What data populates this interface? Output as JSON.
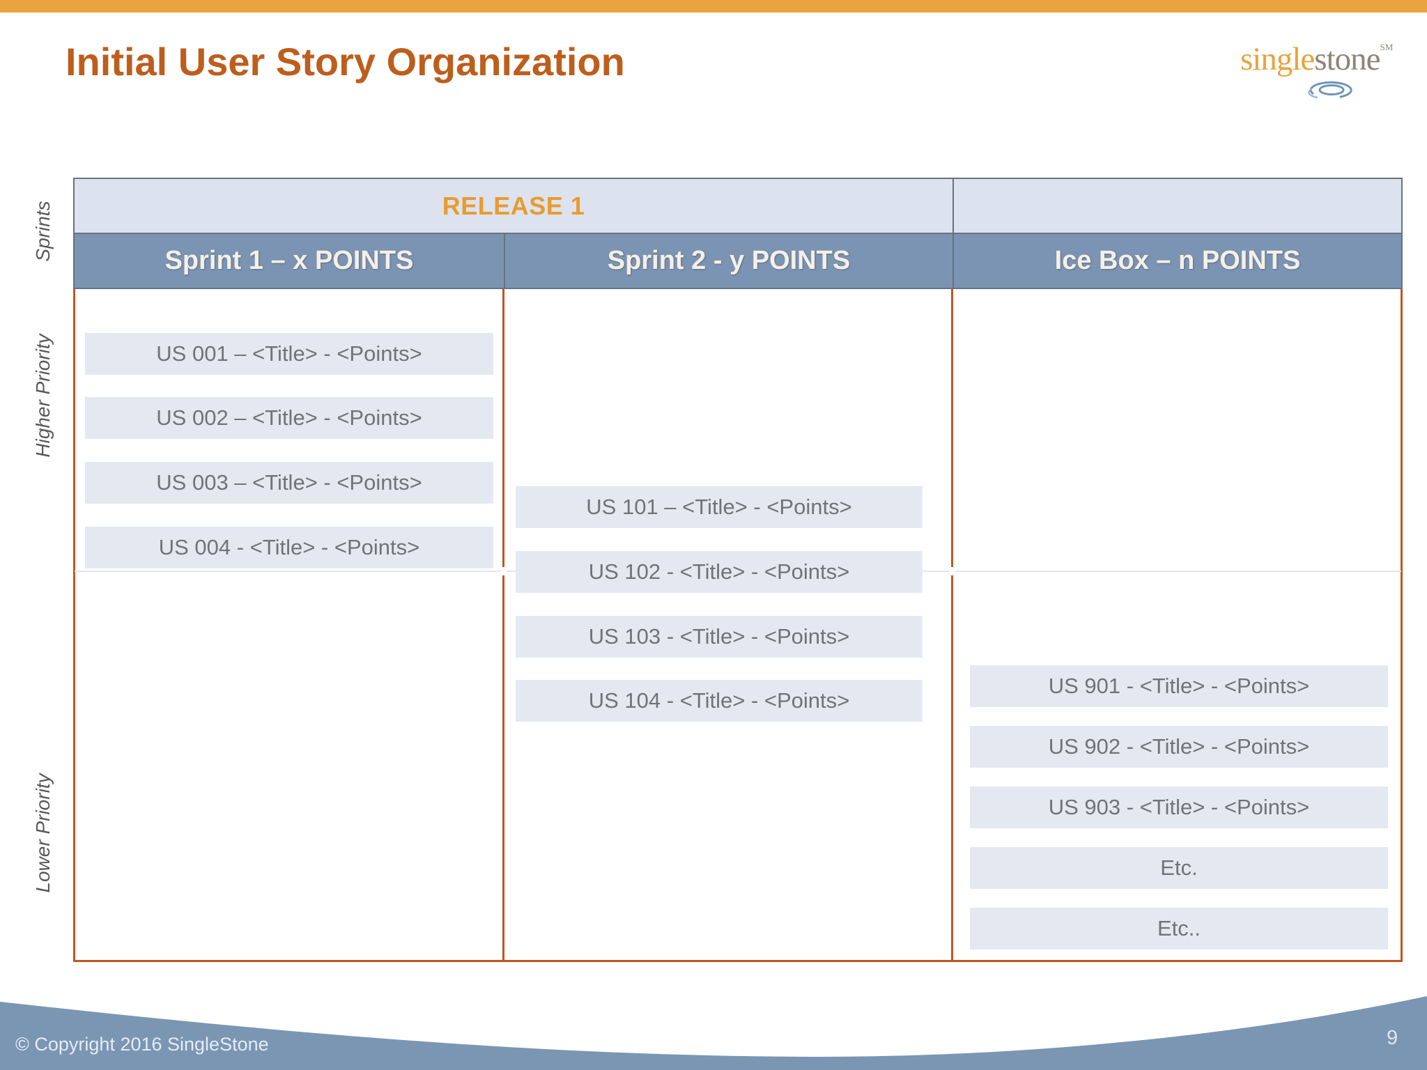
{
  "slide": {
    "title": "Initial User Story Organization",
    "page_number": "9",
    "copyright": "© Copyright 2016 SingleStone"
  },
  "logo": {
    "part1": "single",
    "part2": "stone",
    "superscript": "SM",
    "icon": "ripple-icon"
  },
  "board": {
    "release_header": "RELEASE 1",
    "axis_labels": {
      "sprints": "Sprints",
      "higher": "Higher Priority",
      "lower": "Lower Priority"
    },
    "columns": [
      {
        "header": "Sprint 1 – x POINTS",
        "cards": [
          "US 001 – <Title> - <Points>",
          "US 002 – <Title> - <Points>",
          "US 003 – <Title> - <Points>",
          "US 004 - <Title> - <Points>"
        ]
      },
      {
        "header": "Sprint 2 -  y POINTS",
        "cards": [
          "US 101 – <Title> - <Points>",
          "US 102 - <Title> - <Points>",
          "US 103 - <Title> - <Points>",
          "US 104 - <Title> - <Points>"
        ]
      },
      {
        "header": "Ice Box – n POINTS",
        "cards": [
          "US 901 - <Title> - <Points>",
          "US 902 - <Title> - <Points>",
          "US 903 - <Title> - <Points>",
          "Etc.",
          "Etc.."
        ]
      }
    ]
  },
  "colors": {
    "top_bar": "#E9A43F",
    "title_text": "#BD5E1D",
    "release_text": "#E89B30",
    "header_light_bg": "#DCE3EE",
    "header_blue_bg": "#7B94B3",
    "header_text": "#F5EFE6",
    "card_bg": "#E4E9F1",
    "card_text": "#6E7478",
    "table_border": "#C2571B",
    "band_border": "#66727F",
    "wave": "#7B96B3",
    "footer_text": "#E4ECF5",
    "axis_label_text": "#595959",
    "logo_orange": "#E8A33C",
    "logo_gray": "#8B8677",
    "logo_swirl": "#6E94B9"
  }
}
